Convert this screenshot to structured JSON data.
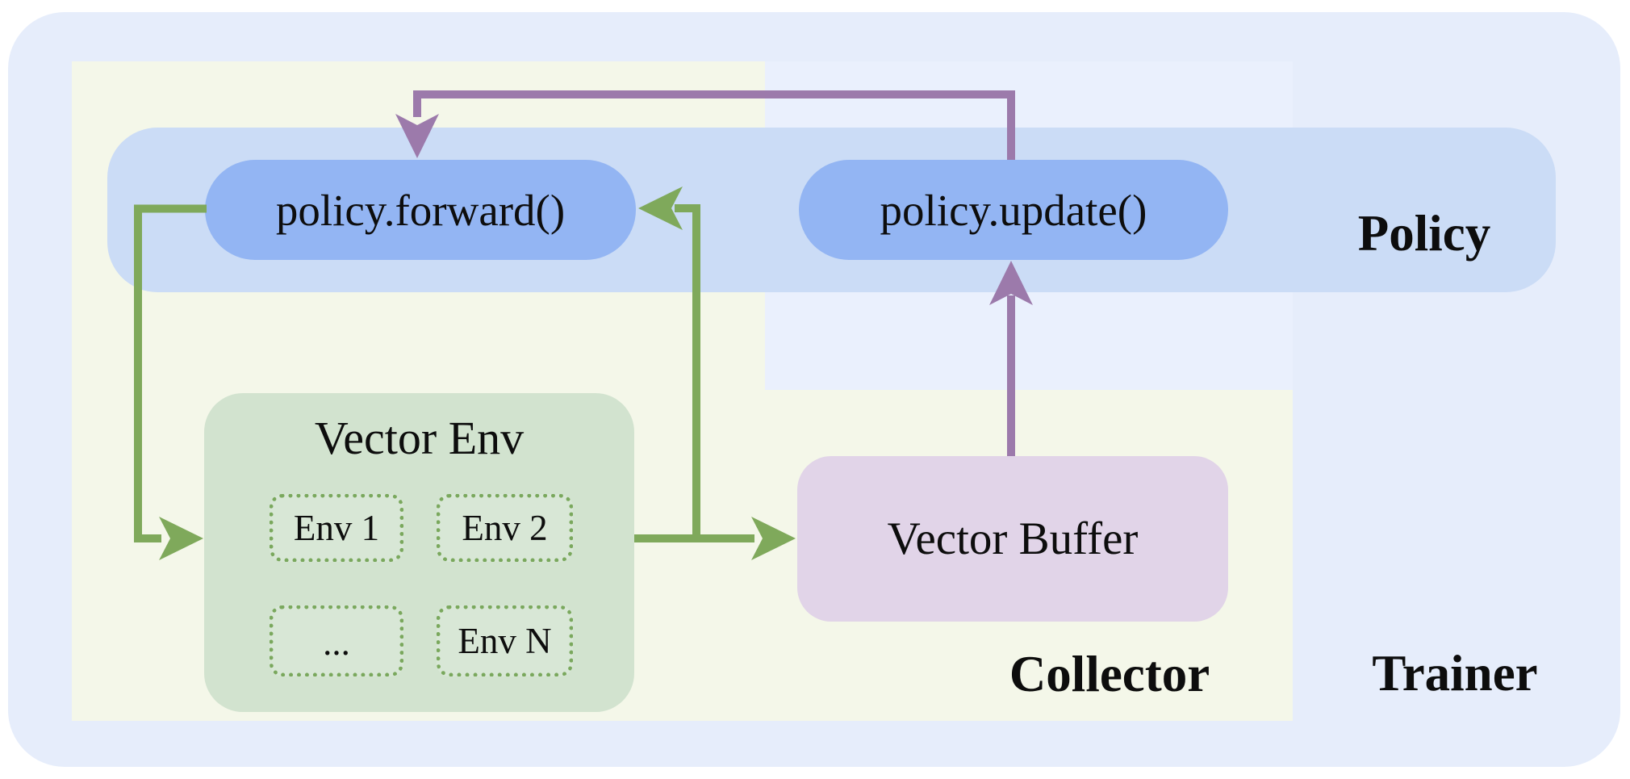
{
  "diagram": {
    "title_hint": "RL training loop architecture (Trainer / Collector / Policy)",
    "regions": {
      "trainer_label": "Trainer",
      "collector_label": "Collector",
      "policy_label": "Policy"
    },
    "nodes": {
      "policy_forward": "policy.forward()",
      "policy_update": "policy.update()",
      "vector_env_title": "Vector Env",
      "env_1": "Env 1",
      "env_2": "Env 2",
      "env_ellipsis": "...",
      "env_n": "Env N",
      "vector_buffer": "Vector Buffer"
    },
    "arrows": [
      {
        "name": "forward-to-vector-env",
        "color": "#7fa95b",
        "from": "policy.forward()",
        "to": "Vector Env"
      },
      {
        "name": "vector-env-to-forward",
        "color": "#7fa95b",
        "from": "Vector Env",
        "to": "policy.forward()"
      },
      {
        "name": "vector-env-to-vector-buffer",
        "color": "#7fa95b",
        "from": "Vector Env",
        "to": "Vector Buffer"
      },
      {
        "name": "vector-buffer-to-update",
        "color": "#9c7aab",
        "from": "Vector Buffer",
        "to": "policy.update()"
      },
      {
        "name": "update-to-forward",
        "color": "#9c7aab",
        "from": "policy.update()",
        "to": "policy.forward()"
      }
    ],
    "colors": {
      "trainer_background": "#e6edfb",
      "collector_background": "#f4f7e9",
      "policy_column_background": "#eaf0fd",
      "policy_band_background": "#cbdcf6",
      "pill_background": "#93b5f3",
      "vector_env_background": "#d2e3cf",
      "env_dotted_border": "#7aa85d",
      "vector_buffer_background": "#e1d4e8",
      "green_arrow": "#7fa95b",
      "purple_arrow": "#9c7aab",
      "text": "#0d0d0d"
    }
  }
}
